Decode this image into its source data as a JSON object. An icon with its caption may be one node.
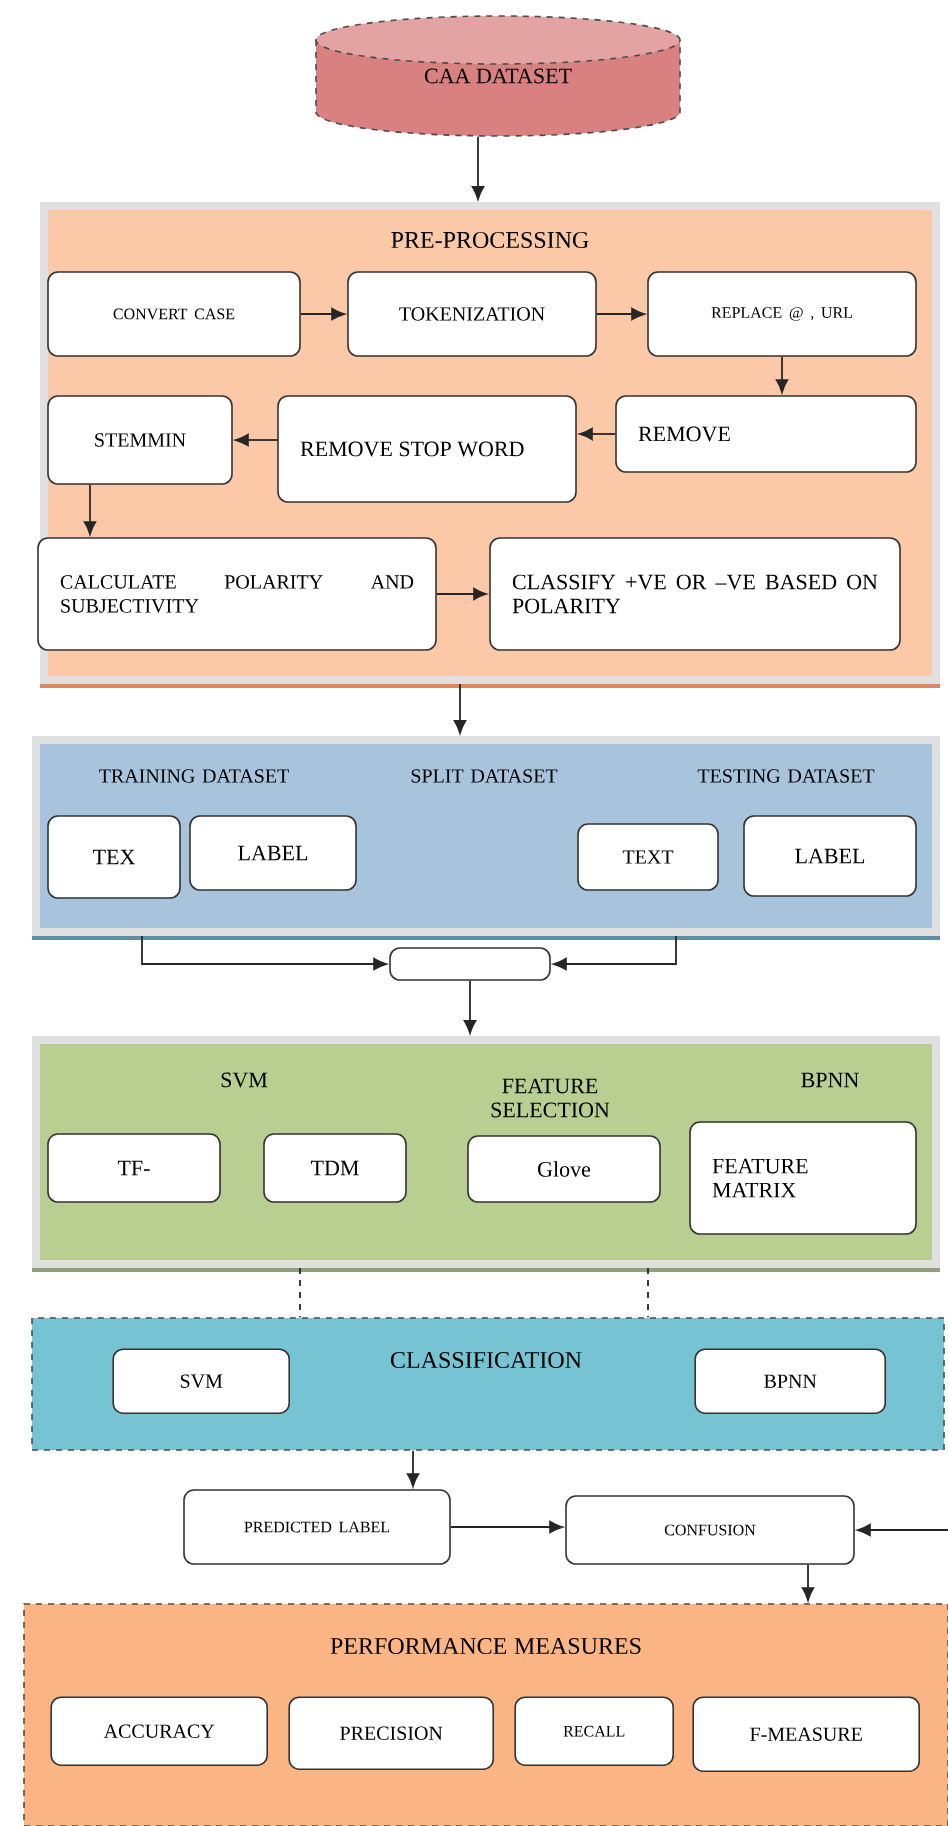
{
  "diagram": {
    "nodes": [
      {
        "text": [
          "CAA DATASET"
        ]
      },
      {
        "text": [
          "PRE-PROCESSING"
        ]
      },
      {
        "text": [
          "CONVERT CASE"
        ],
        "in": 1
      },
      {
        "text": [
          "TOKENIZATION"
        ],
        "in": 1
      },
      {
        "text": [
          "REPLACE @ , URL"
        ],
        "in": 1
      },
      {
        "text": [
          "REMOVE"
        ],
        "in": 1
      },
      {
        "text": [
          "REMOVE STOP WORD"
        ],
        "in": 1
      },
      {
        "text": [
          "STEMMIN"
        ],
        "in": 1
      },
      {
        "text": [
          "CALCULATE POLARITY AND SUBJECTIVITY"
        ],
        "in": 1
      },
      {
        "text": [
          "CLASSIFY +VE OR –VE BASED ON POLARITY"
        ],
        "in": 1
      },
      {
        "text": [
          "TRAINING DATASET",
          "SPLIT DATASET",
          "TESTING DATASET"
        ]
      },
      {
        "text": [
          "TEX"
        ],
        "in": 10
      },
      {
        "text": [
          "LABEL"
        ],
        "in": 10
      },
      {
        "text": [
          "TEXT"
        ],
        "in": 10
      },
      {
        "text": [
          "LABEL"
        ],
        "in": 10
      },
      {
        "text": [],
        "shape": "box"
      },
      {
        "text": [
          "SVM",
          "FEATURE SELECTION",
          "BPNN"
        ]
      },
      {
        "text": [
          "TF-"
        ],
        "in": 16
      },
      {
        "text": [
          "TDM"
        ],
        "in": 16
      },
      {
        "text": [
          "Glove"
        ],
        "in": 16
      },
      {
        "text": [
          "FEATURE MATRIX"
        ],
        "in": 16
      },
      {
        "text": [
          "CLASSIFICATION"
        ]
      },
      {
        "text": [
          "SVM"
        ],
        "in": 21
      },
      {
        "text": [
          "BPNN"
        ],
        "in": 21
      },
      {
        "text": [
          "PREDICTED LABEL"
        ]
      },
      {
        "text": [
          "CONFUSION"
        ]
      },
      {
        "text": [
          "PERFORMANCE MEASURES"
        ]
      },
      {
        "text": [
          "ACCURACY"
        ],
        "in": 26
      },
      {
        "text": [
          "PRECISION"
        ],
        "in": 26
      },
      {
        "text": [
          "RECALL"
        ],
        "in": 26
      },
      {
        "text": [
          "F-MEASURE"
        ],
        "in": 26
      }
    ],
    "edges": [
      {
        "from": 0,
        "to": 1,
        "arrow": "to"
      },
      {
        "from": 2,
        "to": 3,
        "arrow": "to"
      },
      {
        "from": 3,
        "to": 4,
        "arrow": "to"
      },
      {
        "from": 4,
        "to": 5,
        "arrow": "to"
      },
      {
        "from": 5,
        "to": 6,
        "arrow": "to"
      },
      {
        "from": 6,
        "to": 7,
        "arrow": "to"
      },
      {
        "from": 7,
        "to": 8,
        "arrow": "to"
      },
      {
        "from": 8,
        "to": 9,
        "arrow": "to"
      },
      {
        "from": 1,
        "to": 10,
        "arrow": "to"
      },
      {
        "from": 10,
        "to": 15,
        "arrow": "to"
      },
      {
        "from": 10,
        "to": 15,
        "arrow": "to"
      },
      {
        "from": 15,
        "to": 16,
        "arrow": "to"
      },
      {
        "from": 16,
        "to": 21,
        "arrow": "none",
        "style": "dashed"
      },
      {
        "from": 16,
        "to": 21,
        "arrow": "none",
        "style": "dashed"
      },
      {
        "from": 21,
        "to": 24,
        "arrow": "to"
      },
      {
        "from": 24,
        "to": 25,
        "arrow": "to"
      },
      {
        "from": null,
        "to": 25,
        "arrow": "to"
      },
      {
        "from": 25,
        "to": 26,
        "arrow": "to"
      }
    ]
  }
}
